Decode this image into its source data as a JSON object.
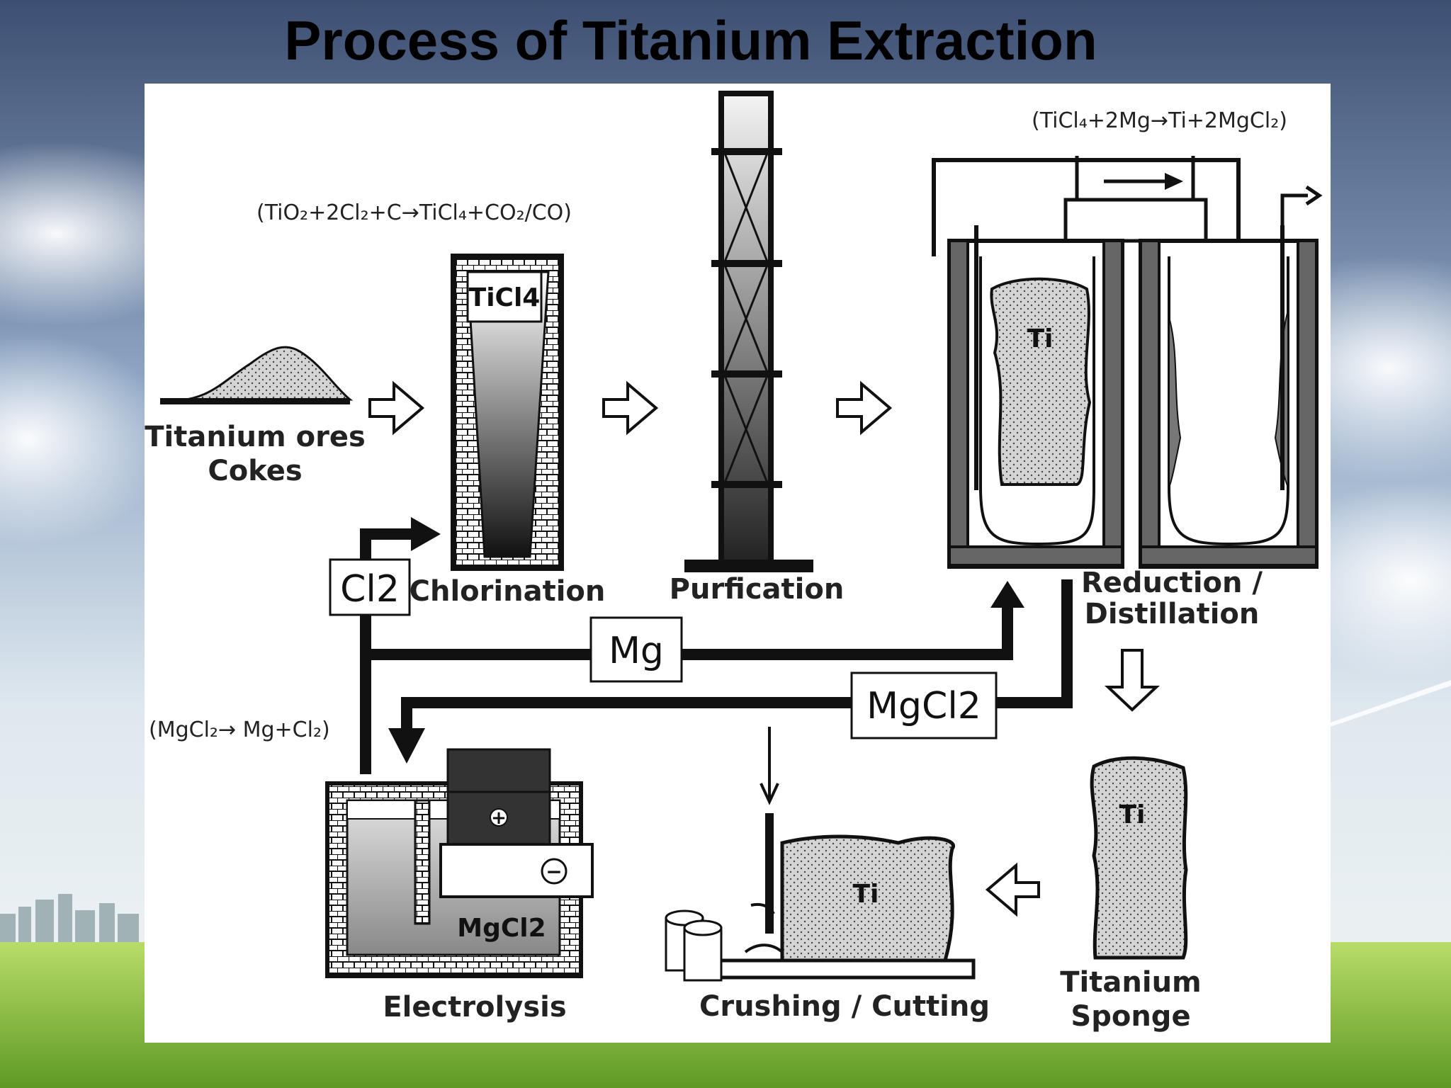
{
  "slide": {
    "title": "Process of Titanium Extraction"
  },
  "diagram": {
    "equations": {
      "chlorination": "(TiO₂+2Cl₂+C→TiCl₄+CO₂/CO)",
      "reduction": "(TiCl₄+2Mg→Ti+2MgCl₂)",
      "electrolysis": "(MgCl₂→ Mg+Cl₂)"
    },
    "labels": {
      "ores_line1": "Titanium ores",
      "ores_line2": "Cokes",
      "chlorination": "Chlorination",
      "purification": "Purfication",
      "reduction_line1": "Reduction /",
      "reduction_line2": "Distillation",
      "electrolysis": "Electrolysis",
      "crushing": "Crushing / Cutting",
      "sponge_line1": "Titanium",
      "sponge_line2": "Sponge"
    },
    "tags": {
      "ticl4": "TiCl4",
      "ti_reactor": "Ti",
      "ti_sponge": "Ti",
      "ti_crushing": "Ti",
      "mgcl2_cell": "MgCl2",
      "plus": "+",
      "minus": "−"
    },
    "boxes": {
      "cl2": "Cl2",
      "mg": "Mg",
      "mgcl2": "MgCl2"
    }
  },
  "colors": {
    "ink": "#111111",
    "panel": "#ffffff",
    "sky_top": "#3d4f72",
    "grass": "#8fc43a"
  }
}
